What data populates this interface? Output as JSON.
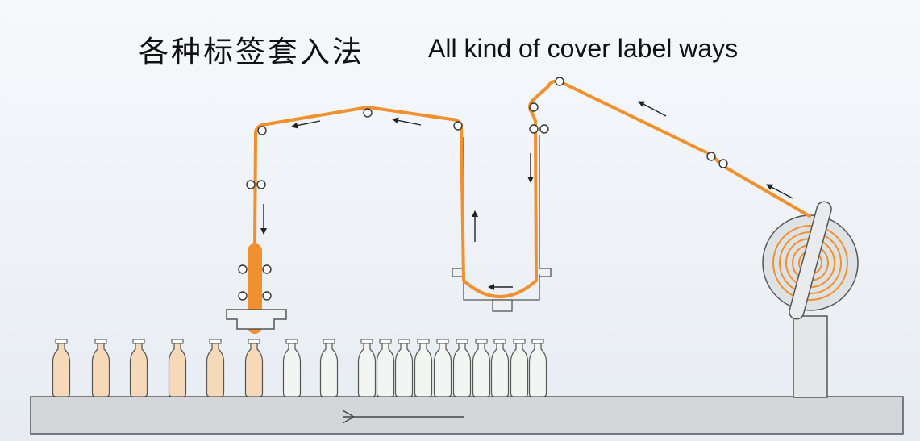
{
  "title": {
    "chinese": "各种标签套入法",
    "english": "All kind of cover label ways"
  },
  "colors": {
    "label_web": "#f0902e",
    "bottle_filled": "#f5d9b8",
    "bottle_empty": "#f3f5f2",
    "conveyor": "#d4d6d9",
    "stroke": "#555555"
  },
  "bottles": {
    "labeled_count": 6,
    "unlabeled_count": 12
  },
  "icons": [
    "flow-arrow-icon",
    "guide-roller-icon",
    "label-roll-icon",
    "conveyor-direction-arrow-icon"
  ]
}
